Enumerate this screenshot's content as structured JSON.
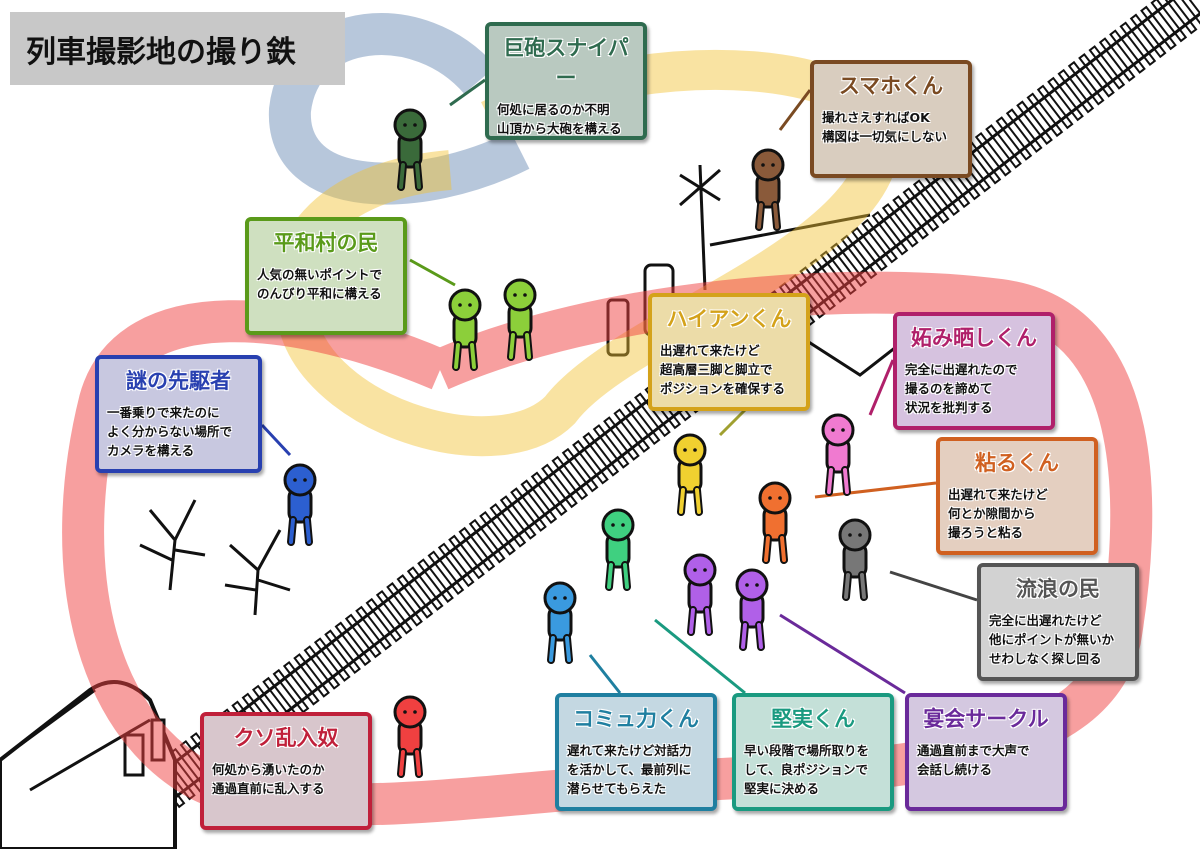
{
  "title": "列車撮影地の撮り鉄",
  "boxes": [
    {
      "title": "巨砲スナイパー",
      "lines": [
        "何処に居るのか不明",
        "山頂から大砲を構える"
      ],
      "color": "#2f6b4f",
      "bg": "#b9c9c0"
    },
    {
      "title": "スマホくん",
      "lines": [
        "撮れさえすればOK",
        "構図は一切気にしない"
      ],
      "color": "#7a4a22",
      "bg": "#d9cdbf"
    },
    {
      "title": "平和村の民",
      "lines": [
        "人気の無いポイントで",
        "のんびり平和に構える"
      ],
      "color": "#5a9a1a",
      "bg": "#cfe0c0"
    },
    {
      "title": "ハイアンくん",
      "lines": [
        "出遅れて来たけど",
        "超高層三脚と脚立で",
        "ポジションを確保する"
      ],
      "color": "#d4a21a",
      "bg": "#ecdca8"
    },
    {
      "title": "妬み晒しくん",
      "lines": [
        "完全に出遅れたので",
        "撮るのを諦めて",
        "状況を批判する"
      ],
      "color": "#b0206a",
      "bg": "#d6c2df"
    },
    {
      "title": "謎の先駆者",
      "lines": [
        "一番乗りで来たのに",
        "よく分からない場所で",
        "カメラを構える"
      ],
      "color": "#2840b0",
      "bg": "#c8c8e0"
    },
    {
      "title": "粘るくん",
      "lines": [
        "出遅れて来たけど",
        "何とか隙間から",
        "撮ろうと粘る"
      ],
      "color": "#d06020",
      "bg": "#e4cfc0"
    },
    {
      "title": "流浪の民",
      "lines": [
        "完全に出遅れたけど",
        "他にポイントが無いか",
        "せわしなく探し回る"
      ],
      "color": "#555555",
      "bg": "#d2d2d2"
    },
    {
      "title": "クソ乱入奴",
      "lines": [
        "何処から湧いたのか",
        "通過直前に乱入する"
      ],
      "color": "#c0203a",
      "bg": "#d8c6cc"
    },
    {
      "title": "コミュ力くん",
      "lines": [
        "遅れて来たけど対話力",
        "を活かして、最前列に",
        "潜らせてもらえた"
      ],
      "color": "#1f7fa0",
      "bg": "#c4d8e2"
    },
    {
      "title": "堅実くん",
      "lines": [
        "早い段階で場所取りを",
        "して、良ポジションで",
        "堅実に決める"
      ],
      "color": "#1a9a80",
      "bg": "#c4e0d8"
    },
    {
      "title": "宴会サークル",
      "lines": [
        "通過直前まで大声で",
        "会話し続ける"
      ],
      "color": "#6a2a9a",
      "bg": "#d4c8e0"
    }
  ]
}
